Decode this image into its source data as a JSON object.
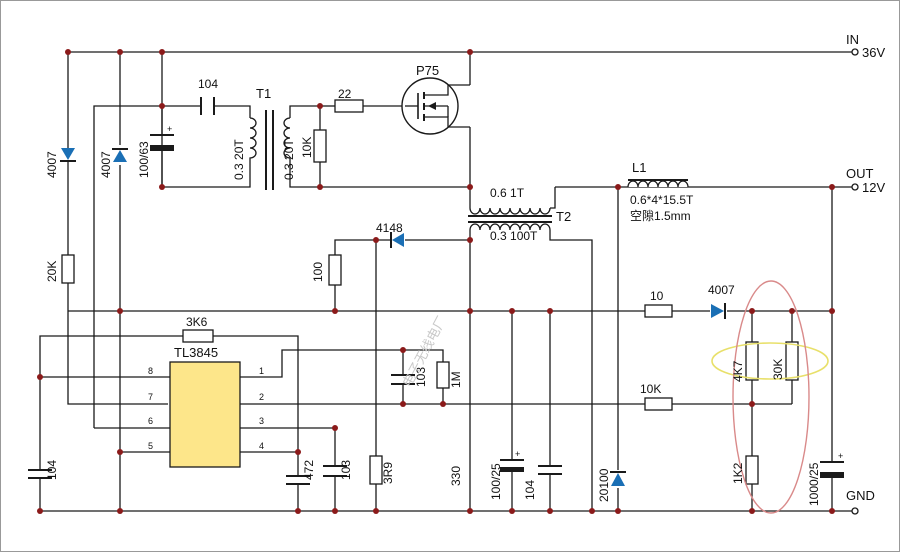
{
  "terminals": {
    "in_name": "IN",
    "in_volt": "36V",
    "out_name": "OUT",
    "out_volt": "12V",
    "gnd": "GND"
  },
  "ic": {
    "name": "TL3845",
    "pins": [
      "8",
      "7",
      "6",
      "5",
      "1",
      "2",
      "3",
      "4"
    ]
  },
  "transformers": {
    "t1": "T1",
    "t1_primary": "0.3  20T",
    "t1_secondary": "0.3  20T",
    "t2": "T2",
    "t2_top": "0.6  1T",
    "t2_bottom": "0.3  100T"
  },
  "inductor": {
    "name": "L1",
    "spec": "0.6*4*15.5T",
    "gap": "空隙1.5mm"
  },
  "mosfet": {
    "name": "P75"
  },
  "components": {
    "c104_top": "104",
    "r22": "22",
    "r10k_gate": "10K",
    "d4007_left": "4007",
    "r20k": "20K",
    "d4007_mid": "4007",
    "c100_63": "100/63",
    "d4148": "4148",
    "r100": "100",
    "r3k6": "3K6",
    "c103_pin": "103",
    "r1m": "1M",
    "c104_left": "104",
    "c472": "472",
    "c103_low": "103",
    "r3r9": "3R9",
    "r330": "330",
    "c100_25": "100/25",
    "c104_low": "104",
    "d20100": "20100",
    "r10_out": "10",
    "d4007_out": "4007",
    "r10k_fb": "10K",
    "r4k7": "4K7",
    "r30k": "30K",
    "r1k2": "1K2",
    "c1000_25": "1000/25"
  },
  "watermark": "电子无线电厂",
  "colors": {
    "wire": "#1a1a1a",
    "junction": "#8b1a1a",
    "ic_fill": "#fde68a",
    "highlight_ellipse": "#e8e06a",
    "highlight_circle": "#d98a8a"
  }
}
